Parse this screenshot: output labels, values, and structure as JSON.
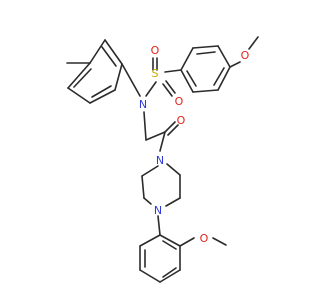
{
  "molecule": {
    "atom_labels": {
      "sulfur": "S",
      "sulfonyl_oxygen_top": "O",
      "sulfonyl_oxygen_bottom": "O",
      "sulfonamide_nitrogen": "N",
      "carbonyl_oxygen": "O",
      "piperazine_nitrogen_top": "N",
      "piperazine_nitrogen_bottom": "N",
      "methoxy_oxygen_right": "O",
      "methoxy_oxygen_bottom": "O"
    },
    "colors": {
      "bond": "#2b2b2b",
      "nitrogen": "#2f3bd6",
      "oxygen": "#e0241b",
      "sulfur": "#c8a800",
      "background": "#ffffff"
    }
  }
}
